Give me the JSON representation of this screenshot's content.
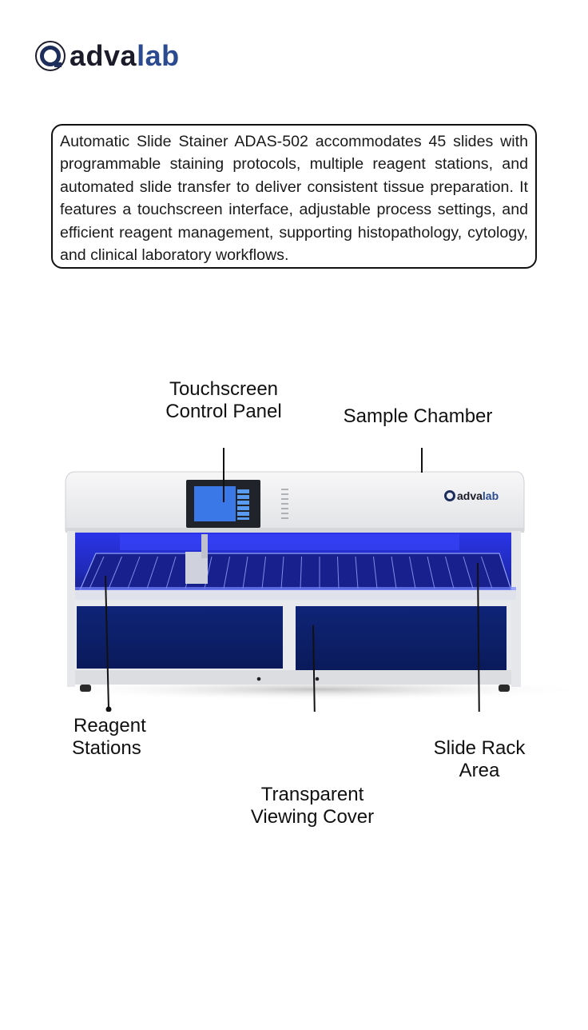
{
  "brand": {
    "name_part1": "adva",
    "name_part2": "lab",
    "icon": "at-sign-ring-icon",
    "colors": {
      "dark": "#1b1b2a",
      "accent": "#2b4a8f"
    }
  },
  "description": "Automatic Slide Stainer ADAS-502 accommodates 45 slides with programmable staining protocols, multiple reagent stations, and automated slide transfer to deliver consistent tissue preparation. It features a touchscreen interface, adjustable process settings, and efficient reagent management, supporting histopathology, cytology, and clinical laboratory workflows.",
  "callouts": {
    "touchscreen": {
      "line1": "Touchscreen",
      "line2": "Control Panel"
    },
    "sample_chamber": {
      "line1": "Sample Chamber"
    },
    "reagent": {
      "line1": "Reagent",
      "line2": "Stations"
    },
    "slide_rack": {
      "line1": "Slide Rack",
      "line2": "Area"
    },
    "cover": {
      "line1": "Transparent",
      "line2": "Viewing Cover"
    }
  },
  "machine": {
    "logo_part1": "adva",
    "logo_part2": "lab",
    "colors": {
      "body": "#eeeff1",
      "glow": "#2f3df0",
      "panel": "#0e2370",
      "screen": "#3a78e8"
    }
  }
}
